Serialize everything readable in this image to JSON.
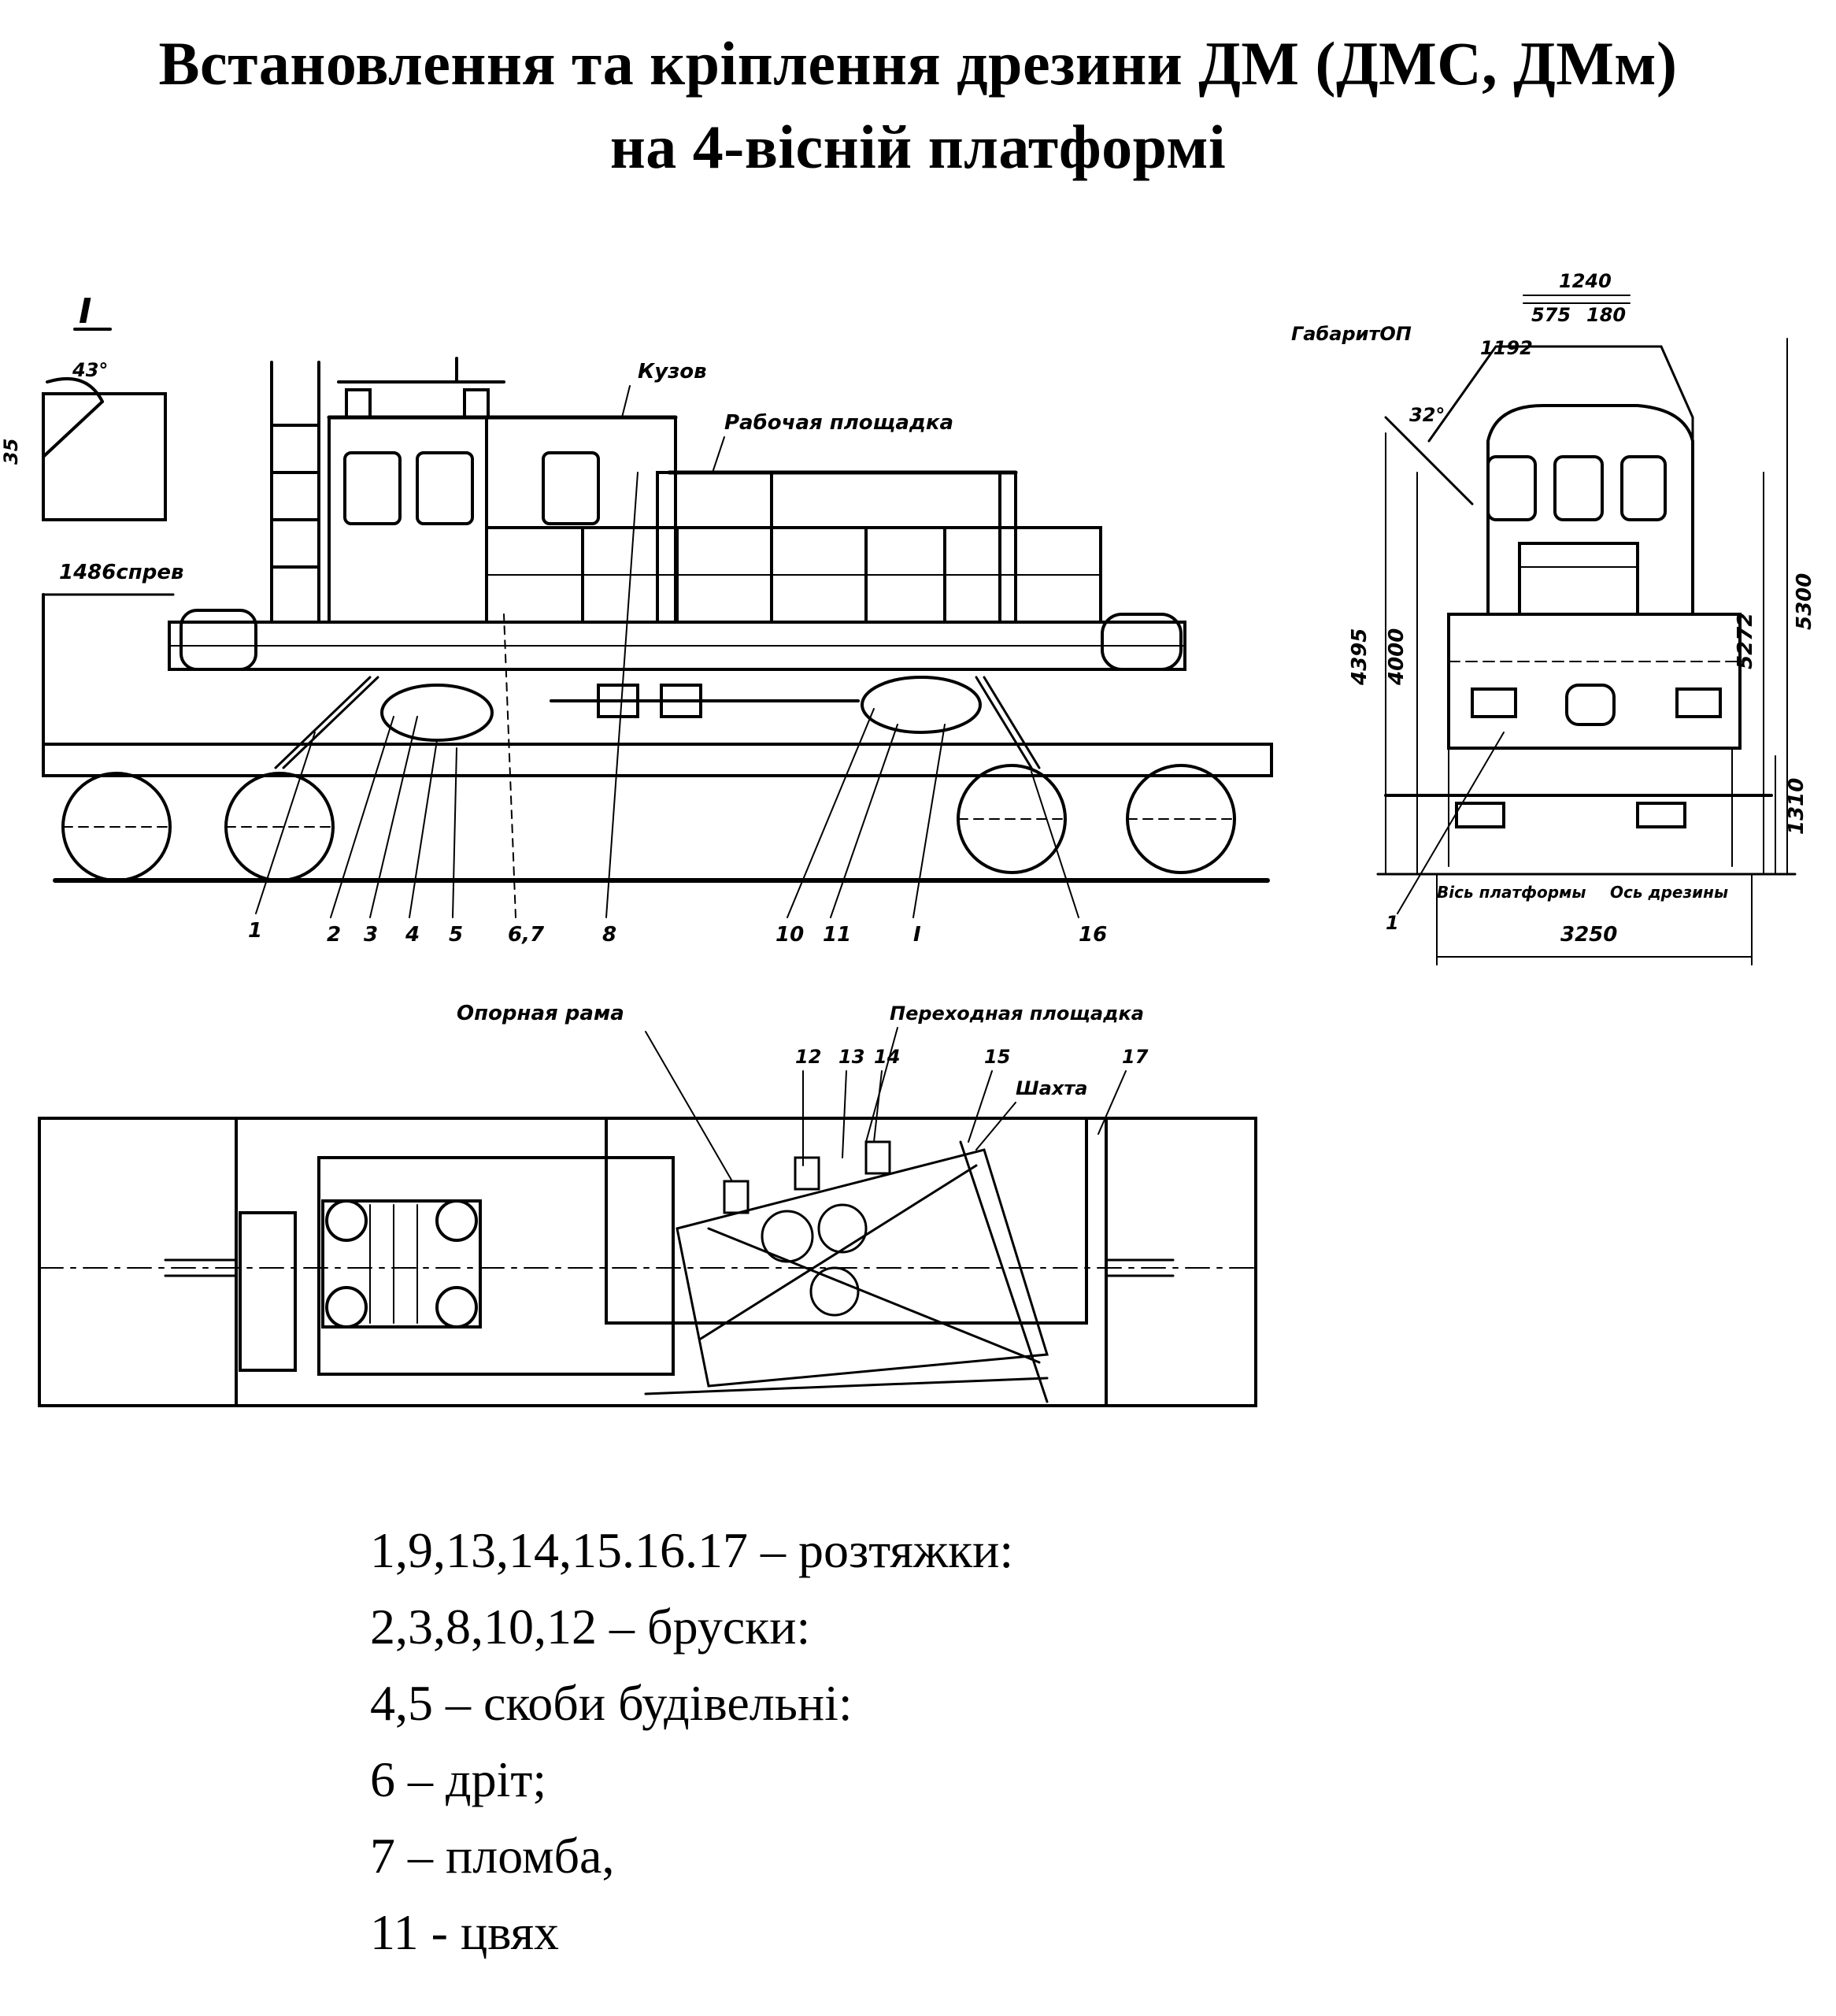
{
  "title_line1": "Встановлення та кріплення дрезини ДМ (ДМС, ДМм)",
  "title_line2": "на 4-вісній платформі",
  "side_view": {
    "section_mark": "I",
    "angle_label": "43°",
    "dim_35": "35",
    "dim_track": "1486спрев",
    "label_body": "Кузов",
    "label_work_platform": "Рабочая площадка",
    "callouts": [
      "1",
      "2",
      "3",
      "4",
      "5",
      "6,7",
      "8",
      "10",
      "11",
      "I",
      "16"
    ]
  },
  "end_view": {
    "label_gauge": "ГабаритОП",
    "dim_1240": "1240",
    "dim_575": "575",
    "dim_180": "180",
    "dim_1192": "1192",
    "angle_32": "32°",
    "dim_4395": "4395",
    "dim_4000": "4000",
    "dim_5300": "5300",
    "dim_5272": "5272",
    "dim_1310": "1310",
    "dim_3250": "3250",
    "callout_1": "1",
    "label_platform_axis": "Вісь платформы",
    "label_trolley_axis": "Ось дрезины"
  },
  "plan_view": {
    "label_support_frame": "Опорная рама",
    "label_transition_platform": "Переходная площадка",
    "label_shaft": "Шахта",
    "callouts": [
      "12",
      "13",
      "14",
      "15",
      "17"
    ]
  },
  "legend": [
    "1,9,13,14,15.16.17 – розтяжки:",
    "2,3,8,10,12 – бруски:",
    "4,5 – скоби будівельні:",
    "6 – дріт;",
    "7 – пломба,",
    "11 - цвях"
  ]
}
